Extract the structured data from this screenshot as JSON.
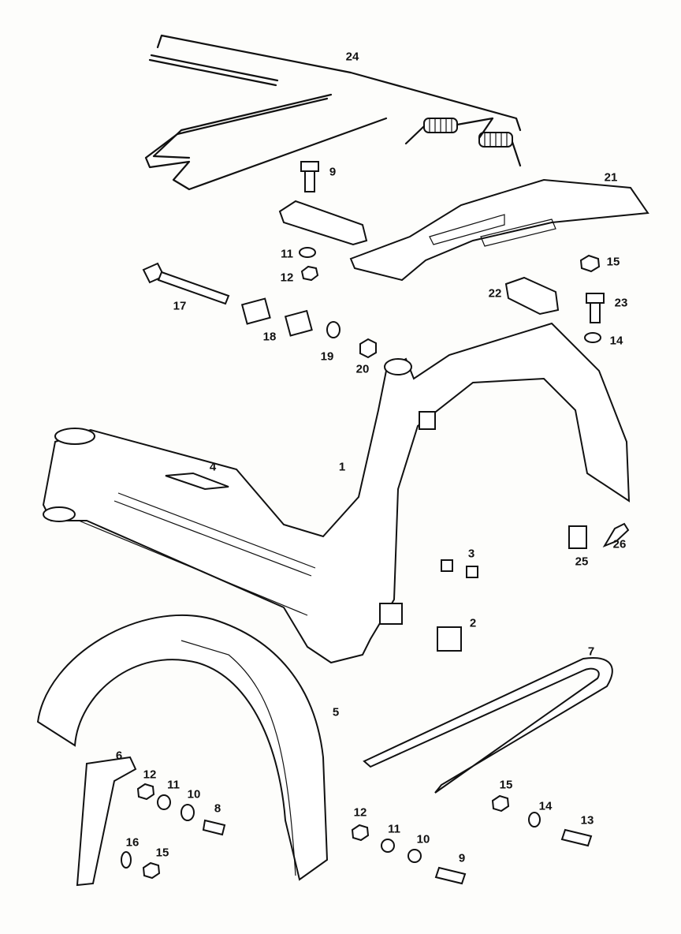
{
  "diagram": {
    "type": "exploded parts diagram (moped frame)",
    "colors": {
      "ink": "#111111",
      "paper": "#fdfdfb"
    },
    "labels": {
      "stand_kit": "24",
      "bolt_top": "9",
      "carrier": "21",
      "washer_top": "11",
      "nut_top": "12",
      "long_bolt": "17",
      "bush_a": "18",
      "washer_19": "19",
      "nut_20": "20",
      "nut_right": "15",
      "bracket": "22",
      "bolt_23": "23",
      "washer_right": "14",
      "plate": "4",
      "frame": "1",
      "stud": "3",
      "clip": "25",
      "screw_26": "26",
      "bush_2": "2",
      "chain_guard": "7",
      "front_mudguard": "5",
      "stay": "6",
      "nut_left": "12",
      "washer_left_11": "11",
      "washer_left_10": "10",
      "screw_8": "8",
      "spring_washer_left": "16",
      "nut_left_15": "15",
      "nut_lower_right": "15",
      "washer_lower_right": "14",
      "screw_13": "13",
      "nut_mid": "12",
      "washer_mid_11": "11",
      "washer_mid_10": "10",
      "screw_mid": "9"
    }
  }
}
